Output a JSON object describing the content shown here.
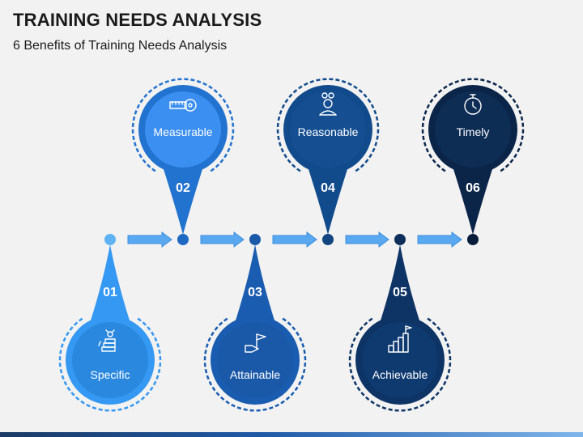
{
  "title": "TRAINING NEEDS ANALYSIS",
  "subtitle": "6 Benefits of Training Needs Analysis",
  "steps": [
    {
      "number": "01",
      "label": "Specific",
      "icon": "goal-stack-icon",
      "position": "bottom",
      "color": "#3598f2",
      "inner": "#2a88de",
      "dot": "#5fb2f4"
    },
    {
      "number": "02",
      "label": "Measurable",
      "icon": "tape-measure-icon",
      "position": "top",
      "color": "#2272cf",
      "inner": "#3a8ff0",
      "dot": "#1f68c4"
    },
    {
      "number": "03",
      "label": "Attainable",
      "icon": "hand-flag-icon",
      "position": "bottom",
      "color": "#1a5cb0",
      "inner": "#1a58a8",
      "dot": "#1a5aa8"
    },
    {
      "number": "04",
      "label": "Reasonable",
      "icon": "thinking-person-icon",
      "position": "top",
      "color": "#124b8c",
      "inner": "#154f92",
      "dot": "#134680"
    },
    {
      "number": "05",
      "label": "Achievable",
      "icon": "growth-steps-icon",
      "position": "bottom",
      "color": "#0e3466",
      "inner": "#0f3a70",
      "dot": "#0e2f5c"
    },
    {
      "number": "06",
      "label": "Timely",
      "icon": "stopwatch-icon",
      "position": "top",
      "color": "#0b2549",
      "inner": "#0e2d55",
      "dot": "#091d3a"
    }
  ]
}
